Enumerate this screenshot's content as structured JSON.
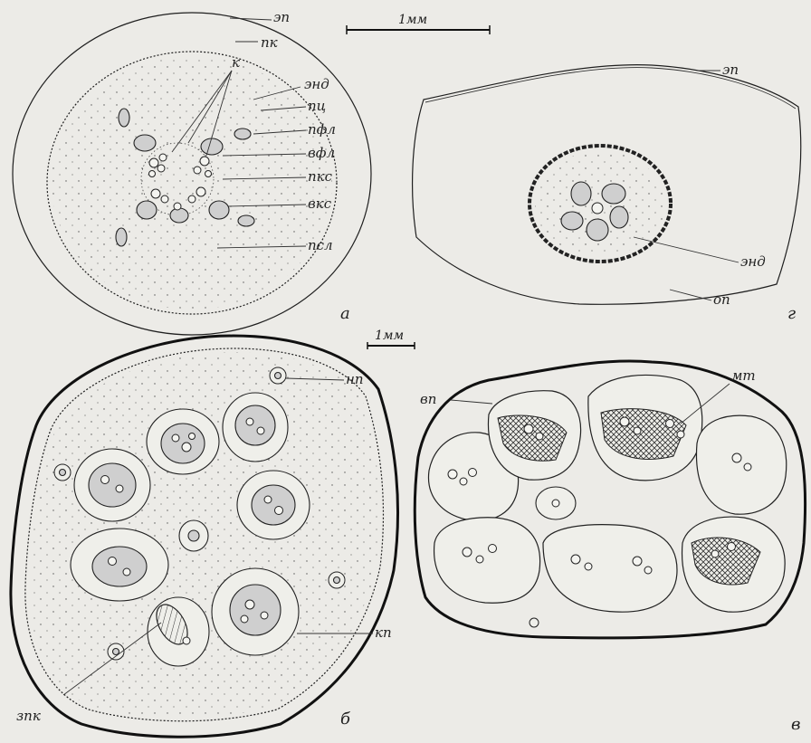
{
  "scale_bars": {
    "top": "1мм",
    "bottom": "1мм"
  },
  "panels": {
    "a": {
      "label": "а",
      "labels": {
        "ep": "эп",
        "pk": "пк",
        "k": "к",
        "end": "энд",
        "pts": "пц",
        "pfl": "пфл",
        "vfl": "вфл",
        "pks": "пкс",
        "vks": "вкс",
        "psl": "псл"
      }
    },
    "g": {
      "label": "г",
      "labels": {
        "ep": "эп",
        "end": "энд",
        "op": "оп"
      }
    },
    "b": {
      "label": "б",
      "labels": {
        "np": "нп",
        "kp": "кп",
        "zpk": "зпк"
      }
    },
    "v": {
      "label": "в",
      "labels": {
        "vp": "вп",
        "mt": "мт"
      }
    }
  }
}
